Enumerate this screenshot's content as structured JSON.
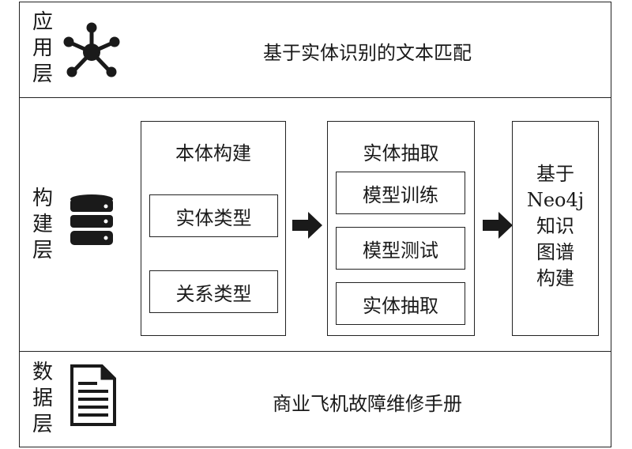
{
  "layers": {
    "application": {
      "label_chars": [
        "应",
        "用",
        "层"
      ],
      "icon": "network-nodes-icon",
      "title": "基于实体识别的文本匹配"
    },
    "construction": {
      "label_chars": [
        "构",
        "建",
        "层"
      ],
      "icon": "database-icon",
      "ontology": {
        "title": "本体构建",
        "items": [
          "实体类型",
          "关系类型"
        ]
      },
      "extraction": {
        "title": "实体抽取",
        "items": [
          "模型训练",
          "模型测试",
          "实体抽取"
        ]
      },
      "knowledge_graph": {
        "lines": [
          "基于",
          "Neo4j",
          "知识",
          "图谱",
          "构建"
        ]
      }
    },
    "data": {
      "label_chars": [
        "数",
        "据",
        "层"
      ],
      "icon": "document-icon",
      "title": "商业飞机故障维修手册"
    }
  },
  "colors": {
    "stroke": "#222222",
    "fill": "#1a1a1a",
    "background": "#ffffff"
  }
}
